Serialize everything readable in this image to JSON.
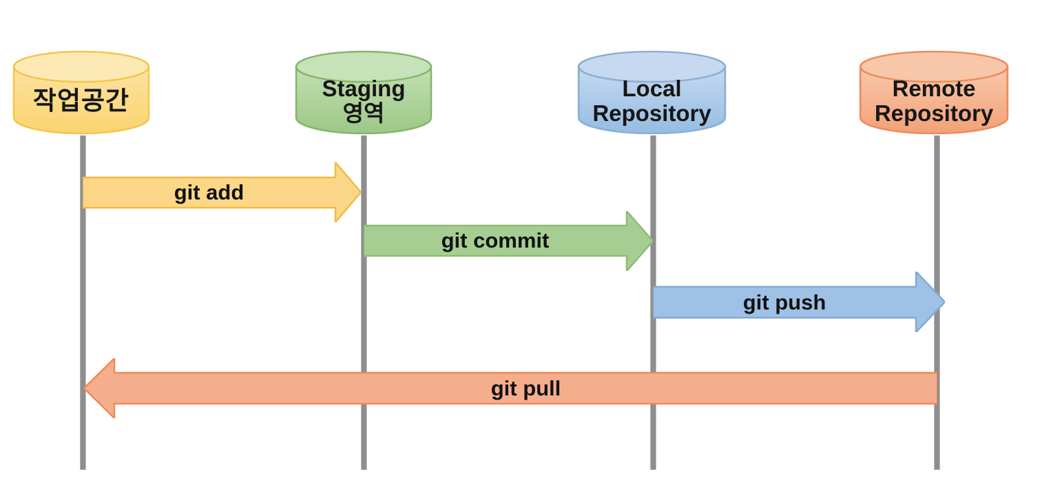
{
  "diagram_type": "git-workflow-sequence-diagram",
  "background": "#ffffff",
  "nodes": [
    {
      "name": "workspace",
      "lines": [
        "작업공간"
      ],
      "body_fill": "#FBD978",
      "top_fill": "#FCE9B4",
      "border": "#F3C64B"
    },
    {
      "name": "staging-area",
      "lines": [
        "Staging",
        "영역"
      ],
      "body_fill": "#A6CE92",
      "top_fill": "#C6E2B8",
      "border": "#84B56D"
    },
    {
      "name": "local-repository",
      "lines": [
        "Local",
        "Repository"
      ],
      "body_fill": "#A5C6E8",
      "top_fill": "#C6D9F0",
      "border": "#8EAED2"
    },
    {
      "name": "remote-repository",
      "lines": [
        "Remote",
        "Repository"
      ],
      "body_fill": "#F5AD85",
      "top_fill": "#F8C7A9",
      "border": "#EC8C5D"
    }
  ],
  "arrows": [
    {
      "name": "git-add",
      "label": "git add",
      "direction": "right",
      "from": "workspace",
      "to": "staging-area",
      "fill": "#FCD787",
      "border": "#F0BA45"
    },
    {
      "name": "git-commit",
      "label": "git commit",
      "direction": "right",
      "from": "staging-area",
      "to": "local-repository",
      "fill": "#A6CE93",
      "border": "#8CBB72"
    },
    {
      "name": "git-push",
      "label": "git push",
      "direction": "right",
      "from": "local-repository",
      "to": "remote-repository",
      "fill": "#9EC1E5",
      "border": "#84A9D1"
    },
    {
      "name": "git-pull",
      "label": "git pull",
      "direction": "left",
      "from": "remote-repository",
      "to": "workspace",
      "fill": "#F5AE8C",
      "border": "#ED8A5C"
    }
  ],
  "lifeline_color": "#8E8E8E"
}
